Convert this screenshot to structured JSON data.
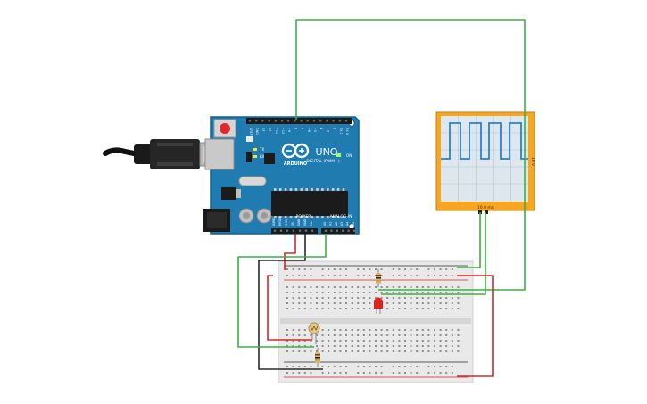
{
  "arduino": {
    "brand": "ARDUINO",
    "model": "UNO",
    "digital_label": "DIGITAL (PWM~)",
    "power_label": "POWER",
    "analog_label": "ANALOG IN",
    "on_label": "ON",
    "tx_label": "TX",
    "rx_label": "RX",
    "digital_pins": [
      "AREF",
      "GND",
      "13",
      "12",
      "~11",
      "~10",
      "~9",
      "8",
      "7",
      "~6",
      "~5",
      "4",
      "~3",
      "2",
      "TX 1",
      "RX 0"
    ],
    "power_pins": [
      "IOREF",
      "RESET",
      "3.3V",
      "5V",
      "GND",
      "GND",
      "Vin"
    ],
    "analog_pins": [
      "A0",
      "A1",
      "A2",
      "A3",
      "A4",
      "A5"
    ]
  },
  "oscilloscope": {
    "time_label": "10.0 ms",
    "volt_label": "10 V"
  },
  "colors": {
    "board": "#1f7bb0",
    "board_dark": "#166089",
    "scope_frame": "#f5a623",
    "trace": "#2a7fd4",
    "wire_green": "#3cb043",
    "wire_red": "#d7262b",
    "wire_black": "#2a2a2a",
    "led": "#e0201b",
    "breadboard": "#e9e9e9"
  },
  "icons": [
    "usb-cable-icon",
    "reset-button-icon",
    "power-jack-icon",
    "led-icon",
    "photoresistor-icon",
    "resistor-icon"
  ]
}
